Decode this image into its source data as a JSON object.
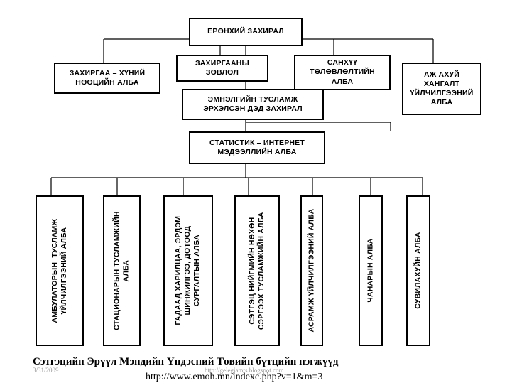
{
  "boxes": {
    "general_directorate": "ЕРӨНХИЙ ЗАХИРАЛ",
    "admin_hr": "ЗАХИРГАА – ХҮНИЙ\nНӨӨЦИЙН АЛБА",
    "admin_council": "ЗАХИРГААНЫ\nЗӨВЛӨЛ",
    "finance_planning": "САНХҮҮ\nТӨЛӨВЛӨЛТИЙН\nАЛБА",
    "economy_services": "АЖ АХУЙ\nХАНГАЛТ\nҮЙЛЧИЛГЭЭНИЙ\nАЛБА",
    "medical_care_deputy": "ЭМНЭЛГИЙН ТУСЛАМЖ\nЭРХЭЛСЭН ДЭД ЗАХИРАЛ",
    "statistics_internet": "СТАТИСТИК – ИНТЕРНЕТ\nМЭДЭЭЛЛИЙН АЛБА"
  },
  "departments": [
    "АМБУЛАТОРЫН  ТУСЛАМЖ\nҮЙЛЧИЛГЭЭНИЙ АЛБА",
    "СТАЦИОНАРЫН ТУСЛАМЖИЙН\nАЛБА",
    "ГАДААД ХАРИЛЦАА, ЭРДЭМ\nШИНЖИЛГЭЭ, ДОТООД\nСУРГАЛТЫН АЛБА",
    "СЭТГЭЦ НИЙГМИЙН НӨХӨН\nСЭРГЭЭХ ТУСЛАМЖИЙН АЛБА",
    "АСРАМЖ ҮЙЛЧИЛГЭЭНИЙ АЛБА",
    "ЧАНАРЫН АЛБА",
    "СУВИЛАХУЙН АЛБА"
  ],
  "caption": "Сэтгэцийн Эрүүл Мэндийн Үндэсний Төвийн бүтцийн нэгжүүд",
  "url": "http://www.emoh.mn/indexc.php?v=1&m=3",
  "footer_date": "3/31/2009",
  "footer_blog": "http://gelegjamts.blogspot.com"
}
